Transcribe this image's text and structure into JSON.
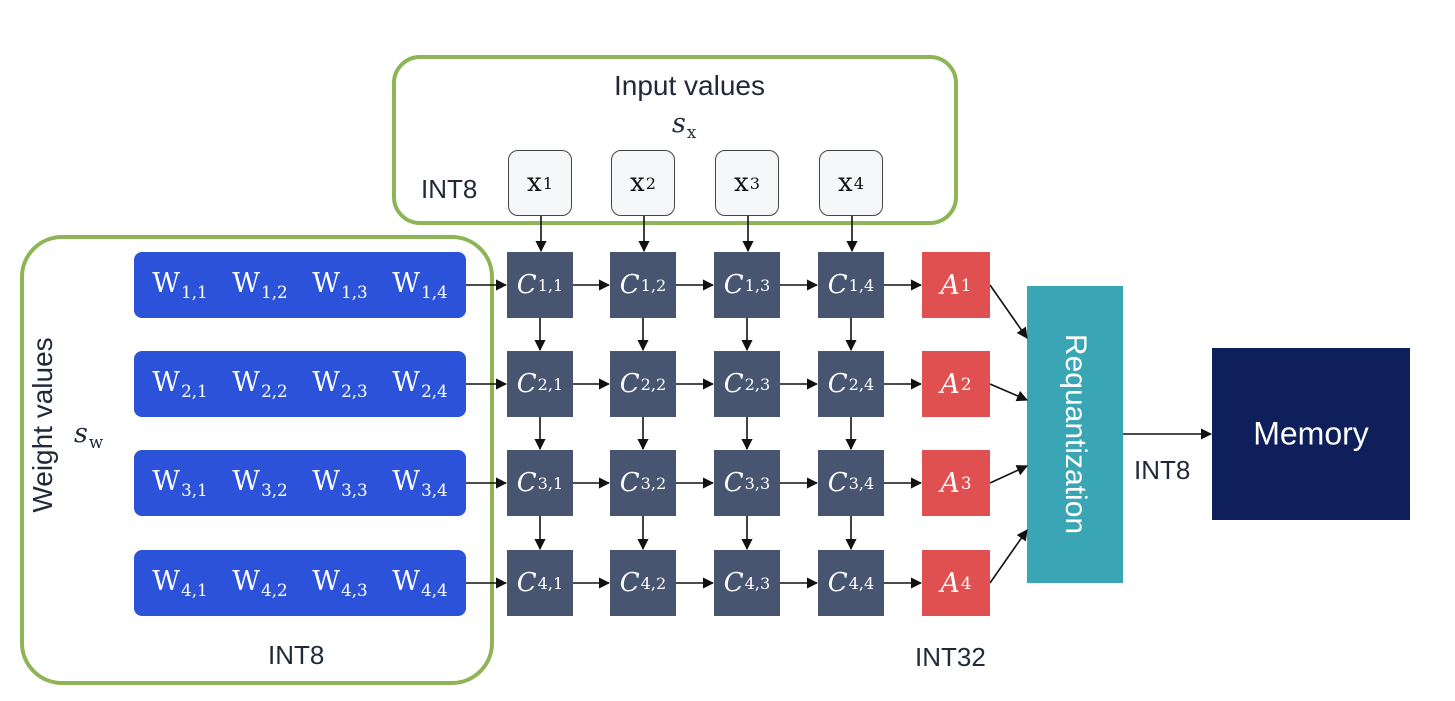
{
  "input_group": {
    "title": "Input values",
    "scale": "s",
    "scale_sub": "x",
    "dtype": "INT8",
    "inputs": [
      {
        "base": "x",
        "sub": "1"
      },
      {
        "base": "x",
        "sub": "2"
      },
      {
        "base": "x",
        "sub": "3"
      },
      {
        "base": "x",
        "sub": "4"
      }
    ]
  },
  "weight_group": {
    "title": "Weight values",
    "scale": "s",
    "scale_sub": "w",
    "dtype": "INT8",
    "rows": [
      [
        {
          "base": "W",
          "sub": "1,1"
        },
        {
          "base": "W",
          "sub": "1,2"
        },
        {
          "base": "W",
          "sub": "1,3"
        },
        {
          "base": "W",
          "sub": "1,4"
        }
      ],
      [
        {
          "base": "W",
          "sub": "2,1"
        },
        {
          "base": "W",
          "sub": "2,2"
        },
        {
          "base": "W",
          "sub": "2,3"
        },
        {
          "base": "W",
          "sub": "2,4"
        }
      ],
      [
        {
          "base": "W",
          "sub": "3,1"
        },
        {
          "base": "W",
          "sub": "3,2"
        },
        {
          "base": "W",
          "sub": "3,3"
        },
        {
          "base": "W",
          "sub": "3,4"
        }
      ],
      [
        {
          "base": "W",
          "sub": "4,1"
        },
        {
          "base": "W",
          "sub": "4,2"
        },
        {
          "base": "W",
          "sub": "4,3"
        },
        {
          "base": "W",
          "sub": "4,4"
        }
      ]
    ]
  },
  "compute_grid": {
    "cells": [
      [
        {
          "base": "C",
          "sub": "1,1"
        },
        {
          "base": "C",
          "sub": "1,2"
        },
        {
          "base": "C",
          "sub": "1,3"
        },
        {
          "base": "C",
          "sub": "1,4"
        }
      ],
      [
        {
          "base": "C",
          "sub": "2,1"
        },
        {
          "base": "C",
          "sub": "2,2"
        },
        {
          "base": "C",
          "sub": "2,3"
        },
        {
          "base": "C",
          "sub": "2,4"
        }
      ],
      [
        {
          "base": "C",
          "sub": "3,1"
        },
        {
          "base": "C",
          "sub": "3,2"
        },
        {
          "base": "C",
          "sub": "3,3"
        },
        {
          "base": "C",
          "sub": "3,4"
        }
      ],
      [
        {
          "base": "C",
          "sub": "4,1"
        },
        {
          "base": "C",
          "sub": "4,2"
        },
        {
          "base": "C",
          "sub": "4,3"
        },
        {
          "base": "C",
          "sub": "4,4"
        }
      ]
    ]
  },
  "accumulators": {
    "dtype": "INT32",
    "items": [
      {
        "base": "A",
        "sub": "1"
      },
      {
        "base": "A",
        "sub": "2"
      },
      {
        "base": "A",
        "sub": "3"
      },
      {
        "base": "A",
        "sub": "4"
      }
    ]
  },
  "requant": {
    "label": "Requantization",
    "output_dtype": "INT8"
  },
  "memory": {
    "label": "Memory"
  },
  "colors": {
    "group_border": "#8db555",
    "weight_fill": "#2b52d9",
    "cell_fill": "#475571",
    "acc_fill": "#e05050",
    "requant_fill": "#3aa6b5",
    "memory_fill": "#0e1f5b"
  }
}
